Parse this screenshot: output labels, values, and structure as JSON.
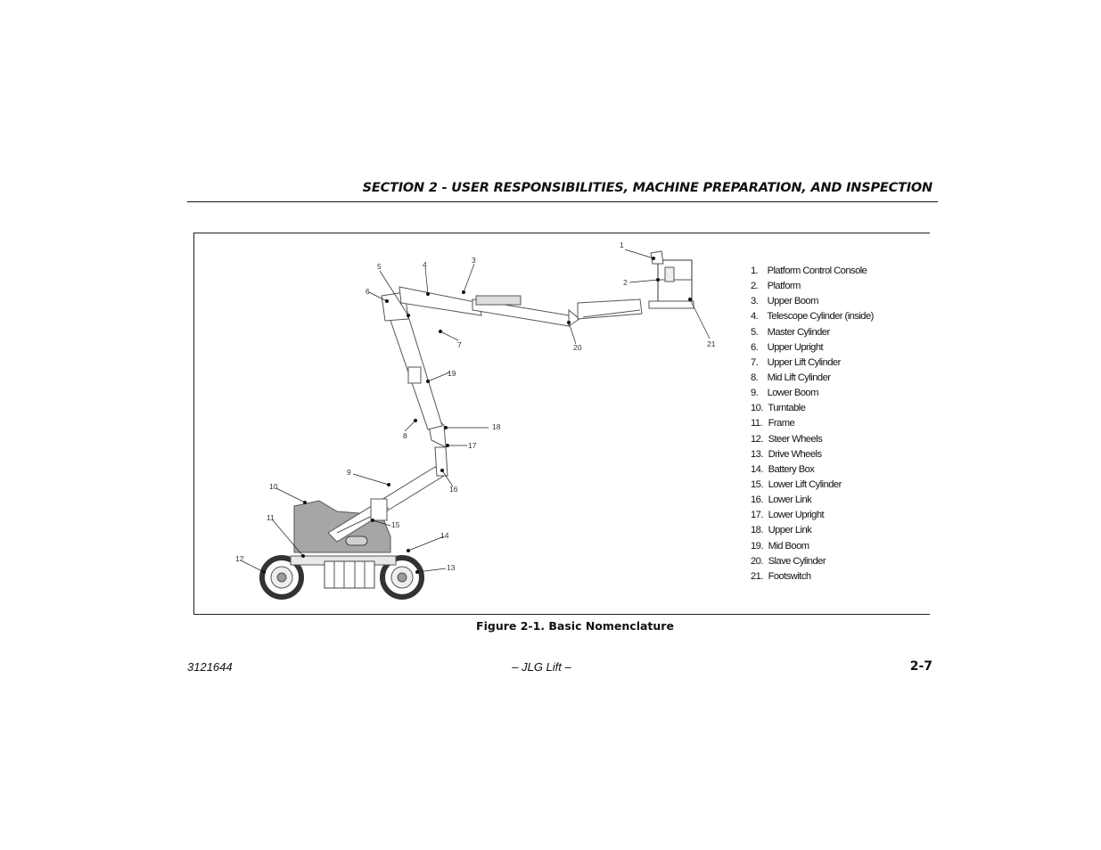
{
  "header": {
    "section_title": "SECTION 2 - USER RESPONSIBILITIES, MACHINE PREPARATION, AND INSPECTION"
  },
  "figure": {
    "caption": "Figure 2-1. Basic Nomenclature",
    "legend": [
      {
        "num": "1.",
        "label": "Platform Control Console"
      },
      {
        "num": "2.",
        "label": "Platform"
      },
      {
        "num": "3.",
        "label": "Upper Boom"
      },
      {
        "num": "4.",
        "label": "Telescope Cylinder (inside)"
      },
      {
        "num": "5.",
        "label": "Master Cylinder"
      },
      {
        "num": "6.",
        "label": "Upper Upright"
      },
      {
        "num": "7.",
        "label": "Upper Lift Cylinder"
      },
      {
        "num": "8.",
        "label": "Mid Lift Cylinder"
      },
      {
        "num": "9.",
        "label": "Lower Boom"
      },
      {
        "num": "10.",
        "label": "Turntable"
      },
      {
        "num": "11.",
        "label": "Frame"
      },
      {
        "num": "12.",
        "label": "Steer Wheels"
      },
      {
        "num": "13.",
        "label": "Drive Wheels"
      },
      {
        "num": "14.",
        "label": "Battery Box"
      },
      {
        "num": "15.",
        "label": "Lower Lift Cylinder"
      },
      {
        "num": "16.",
        "label": "Lower Link"
      },
      {
        "num": "17.",
        "label": "Lower Upright"
      },
      {
        "num": "18.",
        "label": "Upper Link"
      },
      {
        "num": "19.",
        "label": "Mid Boom"
      },
      {
        "num": "20.",
        "label": "Slave Cylinder"
      },
      {
        "num": "21.",
        "label": "Footswitch"
      }
    ],
    "callouts": [
      "1",
      "2",
      "3",
      "4",
      "5",
      "6",
      "7",
      "8",
      "9",
      "10",
      "11",
      "12",
      "13",
      "14",
      "15",
      "16",
      "17",
      "18",
      "19",
      "20",
      "21"
    ]
  },
  "footer": {
    "doc_number": "3121644",
    "center": "– JLG Lift –",
    "page": "2-7"
  }
}
